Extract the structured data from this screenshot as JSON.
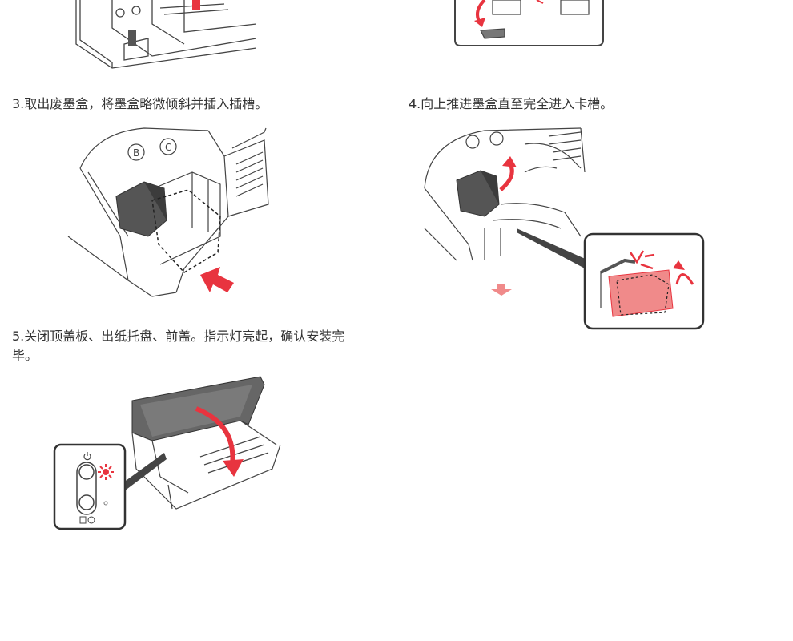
{
  "steps": [
    {
      "id": "3",
      "text": "3.取出废墨盒，将墨盒略微倾斜并插入插槽。"
    },
    {
      "id": "4",
      "text": "4.向上推进墨盒直至完全进入卡槽。"
    },
    {
      "id": "5",
      "text": "5.关闭顶盖板、出纸托盘、前盖。指示灯亮起，确认安装完毕。"
    }
  ],
  "cartridge_labels": {
    "b": "B",
    "c": "C"
  },
  "colors": {
    "accent": "#e8343f",
    "accent_light": "#f08a8a",
    "line": "#444444",
    "dark": "#555555"
  }
}
